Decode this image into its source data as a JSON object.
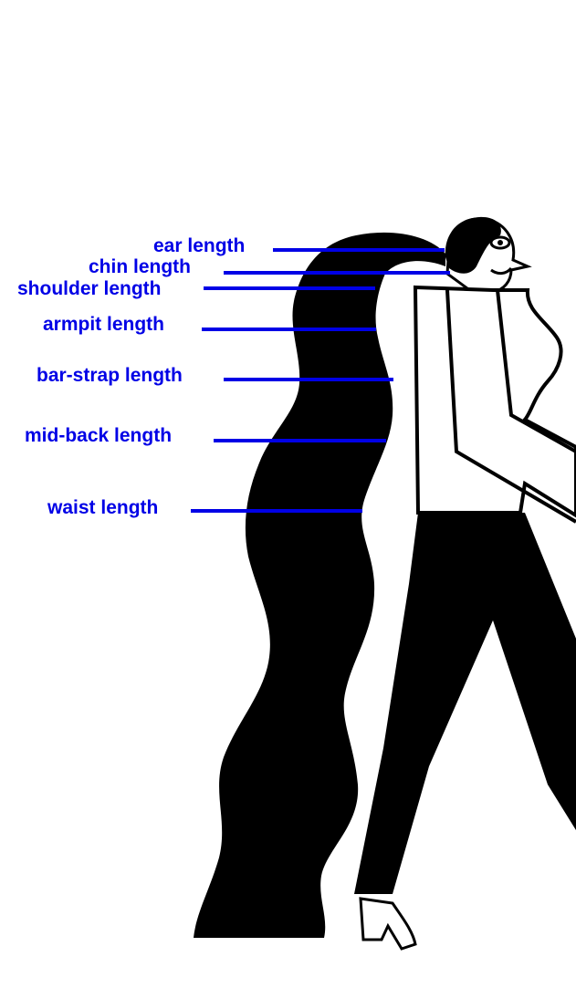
{
  "colors": {
    "label": "#0000e6",
    "figure": "#000000",
    "background": "#ffffff"
  },
  "labels": [
    {
      "key": "ear",
      "text": "ear length"
    },
    {
      "key": "chin",
      "text": "chin length"
    },
    {
      "key": "shoulder",
      "text": "shoulder length"
    },
    {
      "key": "armpit",
      "text": "armpit length"
    },
    {
      "key": "bar-strap",
      "text": "bar-strap length"
    },
    {
      "key": "mid-back",
      "text": "mid-back length"
    },
    {
      "key": "waist",
      "text": "waist length"
    }
  ]
}
